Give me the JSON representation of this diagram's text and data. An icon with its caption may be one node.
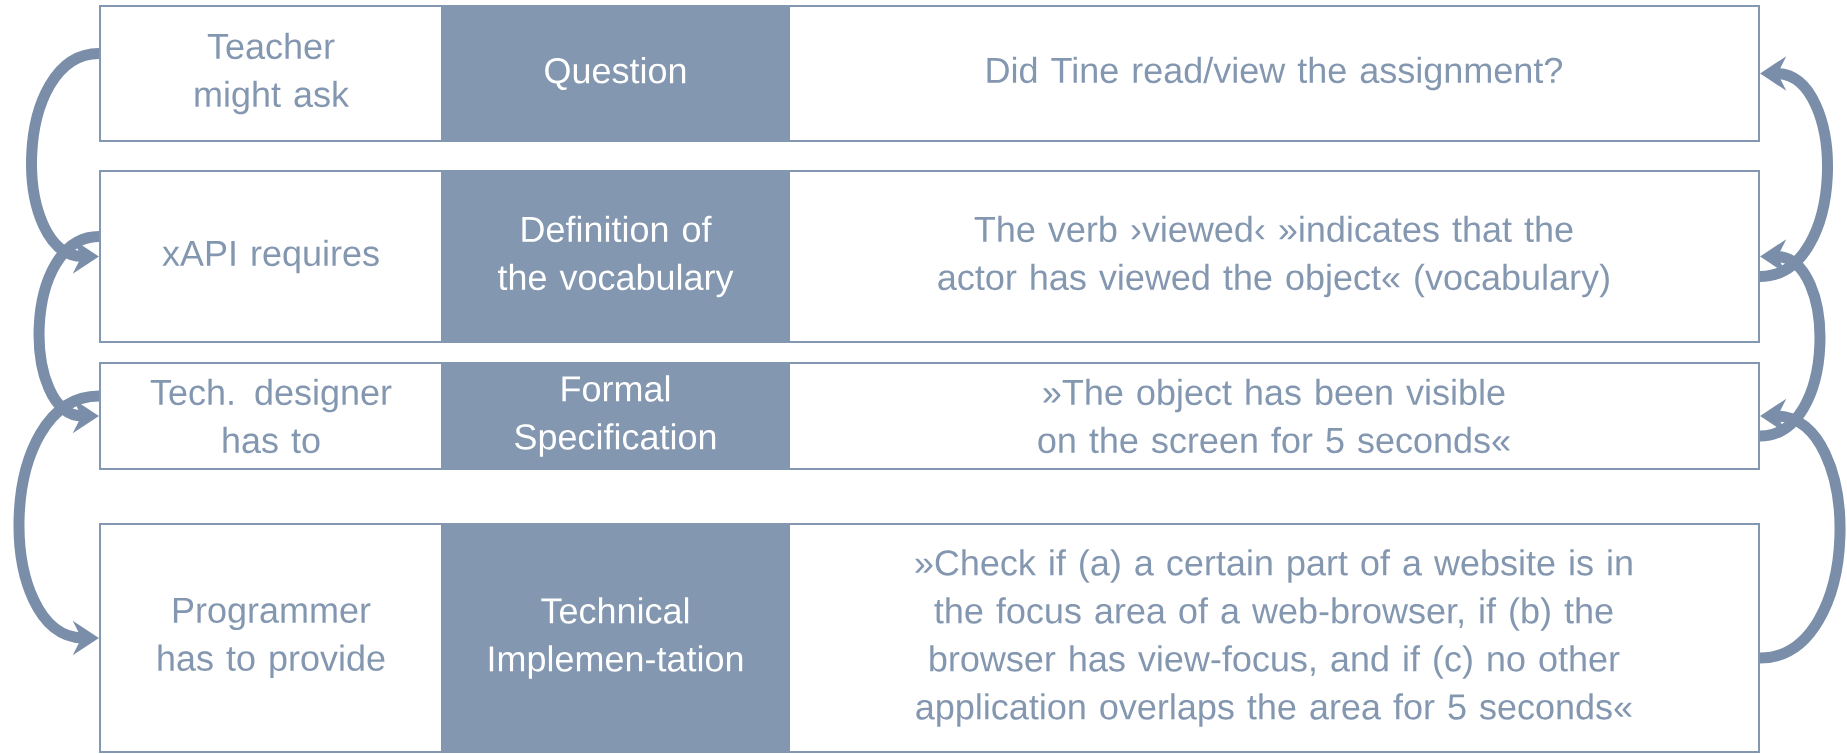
{
  "diagram": {
    "nodes": [
      {
        "text": [
          "Teacher might ask"
        ]
      },
      {
        "text": [
          "Question"
        ]
      },
      {
        "text": [
          "Did Tine read/view the assignment?"
        ]
      },
      {
        "text": [
          "xAPI requires"
        ]
      },
      {
        "text": [
          "Definition of the vocabulary"
        ]
      },
      {
        "text": [
          "The verb ›viewed‹ »indicates that the actor has viewed the object« (vocabulary)"
        ]
      },
      {
        "text": [
          "Tech. designer has to"
        ]
      },
      {
        "text": [
          "Formal Specification"
        ]
      },
      {
        "text": [
          "»The object has been visible on the screen for 5 seconds«"
        ]
      },
      {
        "text": [
          "Programmer has to provide"
        ]
      },
      {
        "text": [
          "Technical Implemen-tation"
        ]
      },
      {
        "text": [
          "»Check if (a) a certain part of a website is in the focus area of a web-browser, if (b) the browser has view-focus, and if (c) no other application overlaps the area for 5 seconds«"
        ]
      }
    ],
    "edges": [
      {
        "from": 0,
        "to": 3,
        "arrow": "to"
      },
      {
        "from": 3,
        "to": 6,
        "arrow": "to"
      },
      {
        "from": 6,
        "to": 9,
        "arrow": "to"
      },
      {
        "from": 5,
        "to": 2,
        "arrow": "to"
      },
      {
        "from": 8,
        "to": 5,
        "arrow": "to"
      },
      {
        "from": 11,
        "to": 8,
        "arrow": "to"
      }
    ]
  }
}
